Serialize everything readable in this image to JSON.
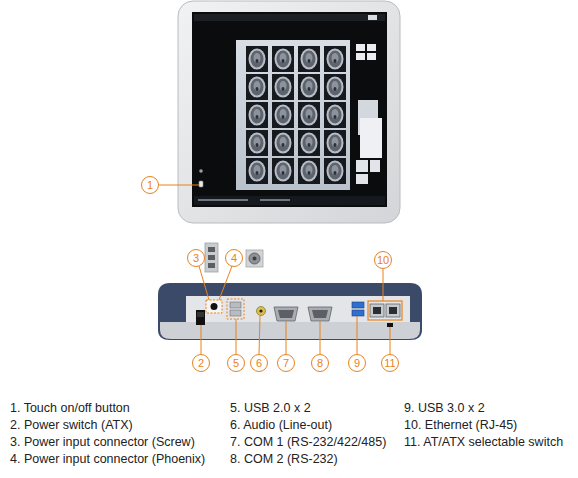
{
  "diagram": {
    "labels": [
      "1",
      "3",
      "4",
      "10",
      "2",
      "5",
      "6",
      "7",
      "8",
      "9",
      "11",
      "1. Touch on/off button",
      "2. Power switch (ATX)",
      "3. Power input connector (Screw)",
      "4. Power input connector (Phoenix)",
      "5. USB 2.0 x 2",
      "6. Audio (Line-out)",
      "7. COM 1 (RS-232/422/485)",
      "8. COM 2 (RS-232)",
      "9. USB 3.0 x 2",
      "10. Ethernet (RJ-45)",
      "11. AT/ATX selectable switch"
    ]
  }
}
